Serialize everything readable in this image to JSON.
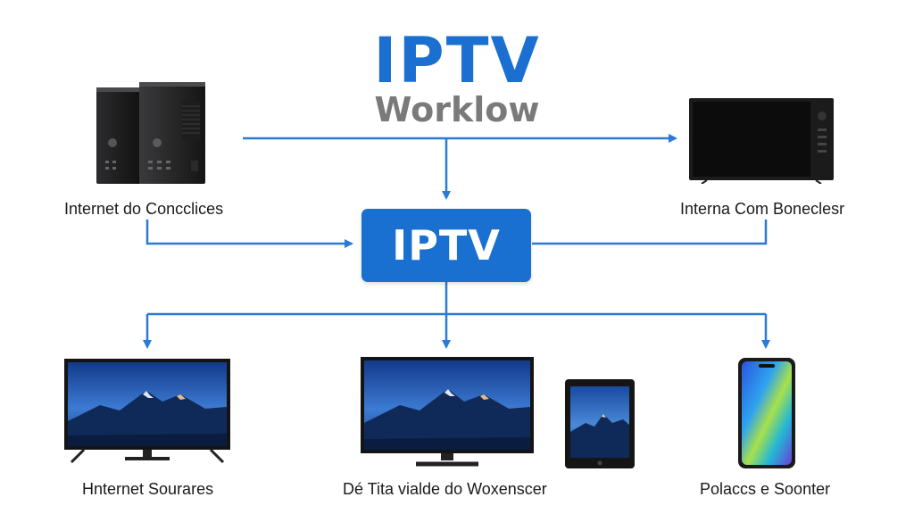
{
  "header": {
    "title": "IPTV",
    "subtitle": "Worklow"
  },
  "hub": {
    "label": "IPTV"
  },
  "nodes": {
    "source_servers": {
      "label": "Internet do Concclices",
      "icon": "server-tower-icon"
    },
    "receiver_tv": {
      "label": "Interna Com Bonecle­s­r",
      "icon": "tv-icon"
    },
    "internet_sources": {
      "label": "Hnternet Sourares",
      "icon": "tv-icon"
    },
    "display_devices": {
      "label": "Dé Tita vialde do Woxenscer",
      "icon": "tablet-icon"
    },
    "mobile": {
      "label": "Polaccs e Soonter",
      "icon": "smartphone-icon"
    }
  },
  "colors": {
    "accent": "#1a70d0",
    "arrow": "#2a7ad6",
    "subtitle": "#7a7a7a"
  }
}
